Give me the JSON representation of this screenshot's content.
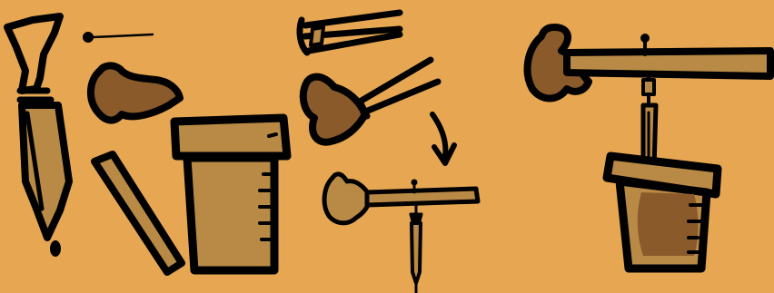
{
  "illustration": {
    "background_color": "#e6a652",
    "ink_color": "#000000",
    "fill_light": "#b98a45",
    "fill_dark": "#8a5a2b",
    "steps": [
      {
        "step": 1,
        "objects": [
          "pen-icon",
          "pin-icon",
          "heart-cutout-icon",
          "stick-icon",
          "pot-icon"
        ]
      },
      {
        "step": 2,
        "objects": [
          "split-stick-icon",
          "heart-inserted-icon",
          "arrow-down-icon",
          "heart-on-beam-icon",
          "hanging-pen-icon"
        ]
      },
      {
        "step": 3,
        "objects": [
          "balanced-heart-beam-icon",
          "pivot-pin-icon",
          "pendulum-pen-icon",
          "pot-with-soil-icon"
        ]
      }
    ]
  }
}
